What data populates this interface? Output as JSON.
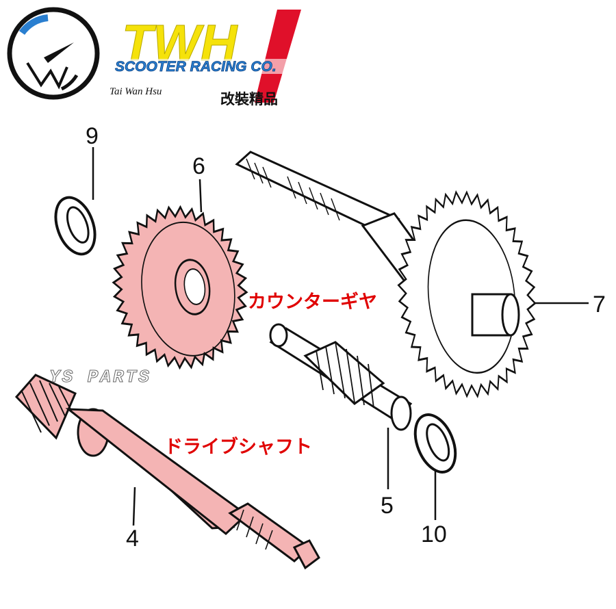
{
  "logo": {
    "brand": "TWH",
    "subtitle": "SCOOTER RACING CO.",
    "tagline": "Tai Wan Hsu",
    "cn_text": "改裝精品",
    "icon": "speedometer-icon"
  },
  "watermark": "YS PARTS",
  "callouts": {
    "counter_gear": "カウンターギヤ",
    "drive_shaft": "ドライブシャフト"
  },
  "part_numbers": {
    "p4": "4",
    "p5": "5",
    "p6": "6",
    "p7": "7",
    "p9": "9",
    "p10": "10"
  },
  "colors": {
    "highlight_fill": "#f4b4b4",
    "callout_red": "#e00000",
    "brand_yellow": "#f5e20a",
    "brand_red": "#e0102a",
    "brand_blue": "#2a7fd0"
  }
}
